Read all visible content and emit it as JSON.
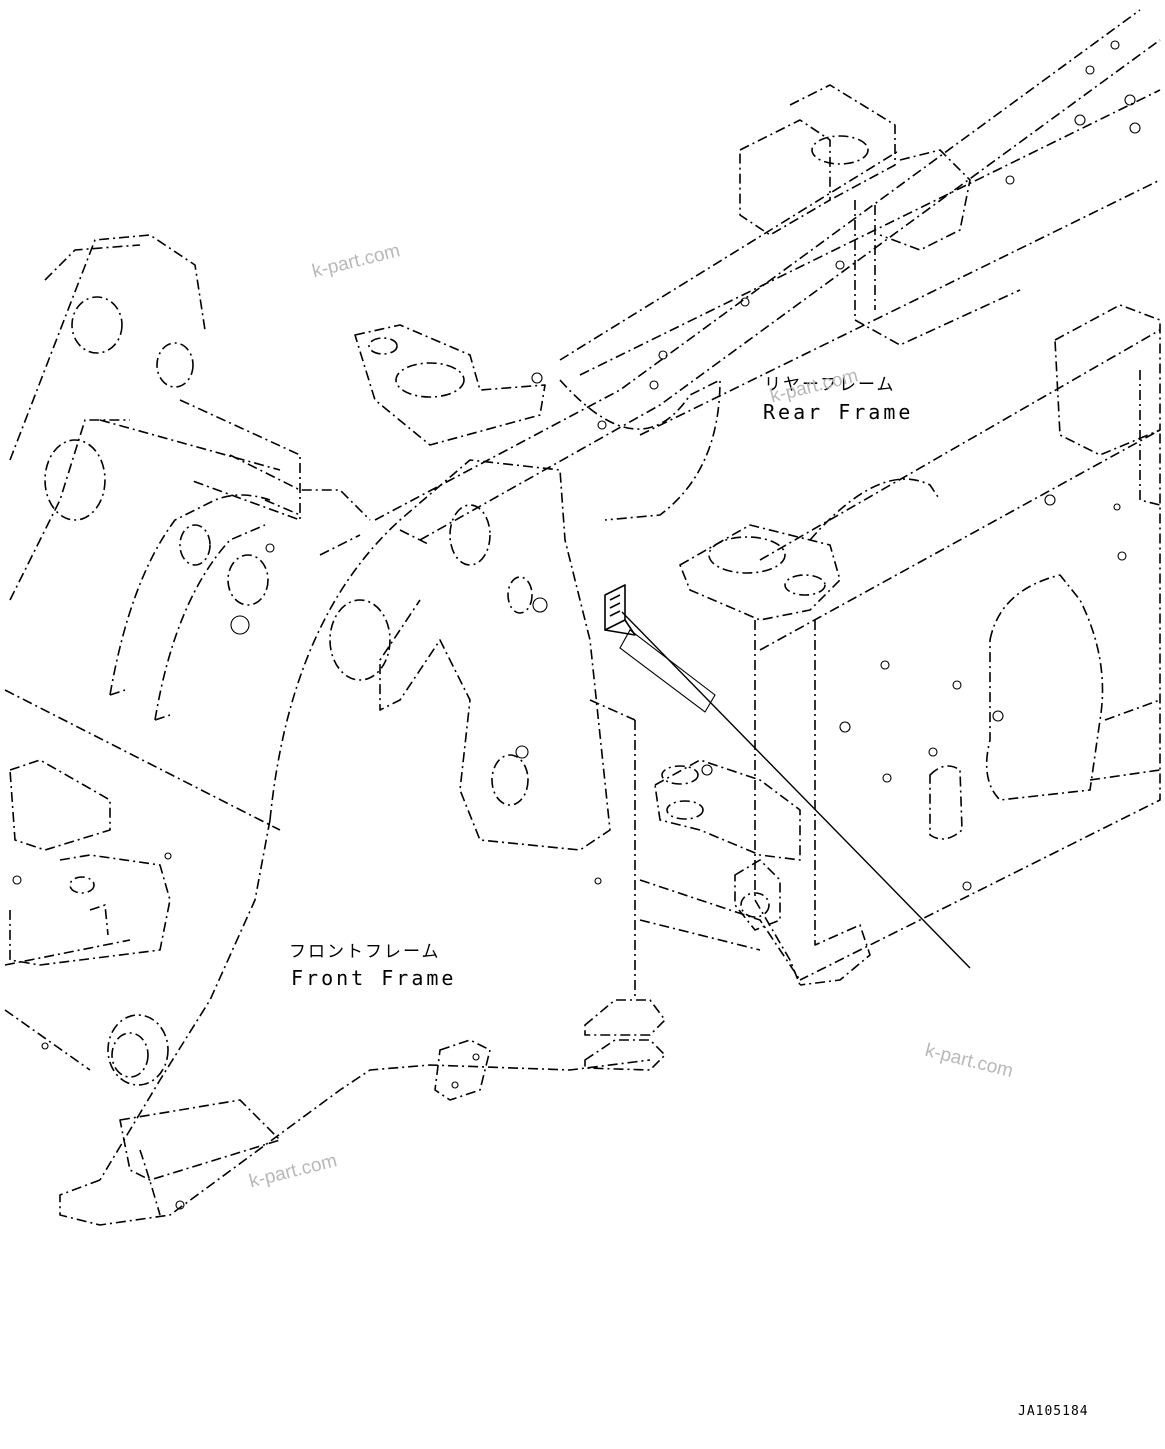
{
  "labels": {
    "rear_frame_jp": "リヤーフレーム",
    "rear_frame_en": "Rear Frame",
    "front_frame_jp": "フロントフレーム",
    "front_frame_en": "Front Frame"
  },
  "watermark": {
    "text": "k-part.com"
  },
  "drawing_code": "JA105184"
}
